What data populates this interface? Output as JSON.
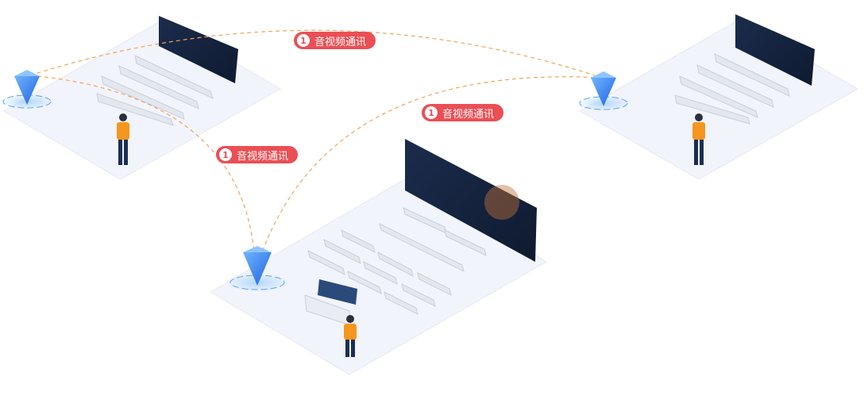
{
  "colors": {
    "badge_bg": "#ea4f55",
    "badge_num_text": "#e7515a",
    "link_line": "#f0a45c",
    "marker": "#2f7ff0",
    "floor": "#f2f4fb",
    "screen": "#182844",
    "desk": "#e9ecf2",
    "person_shirt": "#f5961e",
    "person_pants": "#1d2e55"
  },
  "icons": [
    "location-pin-icon",
    "control-room-icon",
    "operator-icon",
    "video-wall-icon"
  ],
  "links": [
    {
      "number": "1",
      "label": "音视频通讯"
    },
    {
      "number": "1",
      "label": "音视频通讯"
    },
    {
      "number": "1",
      "label": "音视频通讯"
    }
  ]
}
